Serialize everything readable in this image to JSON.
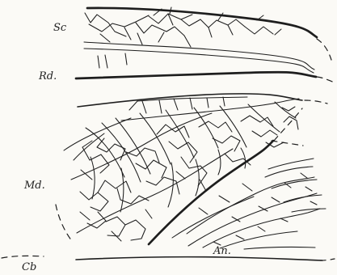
{
  "figure": {
    "labels": {
      "sc": "Sc",
      "rd": "Rd.",
      "md": "Md.",
      "cb": "Cb",
      "an": "An."
    }
  }
}
